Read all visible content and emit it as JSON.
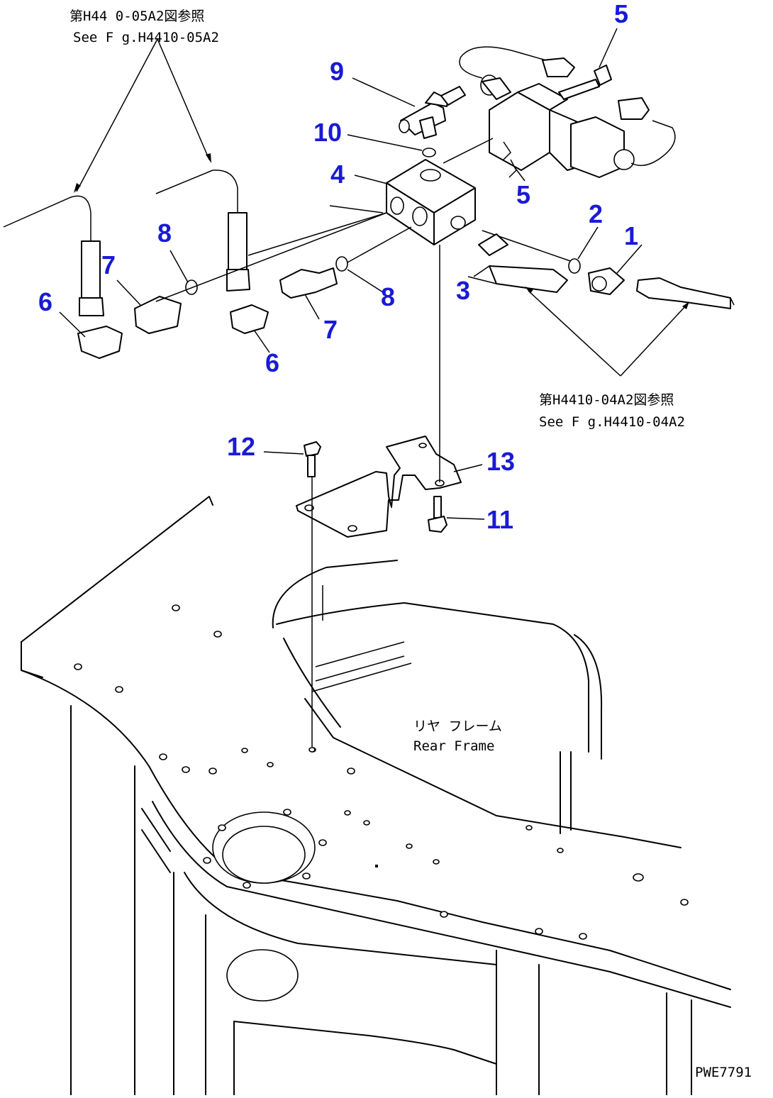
{
  "refs": {
    "top_left_jp": "第H44 0-05A2図参照",
    "top_left_en": "See F g.H4410-05A2",
    "right_jp": "第H4410-04A2図参照",
    "right_en": "See F g.H4410-04A2",
    "frame_jp": "リヤ フレーム",
    "frame_en": "Rear Frame",
    "drawing_code": "PWE7791"
  },
  "callouts": [
    "1",
    "2",
    "3",
    "4",
    "5",
    "5",
    "6",
    "6",
    "7",
    "7",
    "8",
    "8",
    "9",
    "10",
    "11",
    "12",
    "13"
  ],
  "colors": {
    "callout": "#1a1ad6",
    "line": "#000000",
    "background": "#ffffff"
  }
}
